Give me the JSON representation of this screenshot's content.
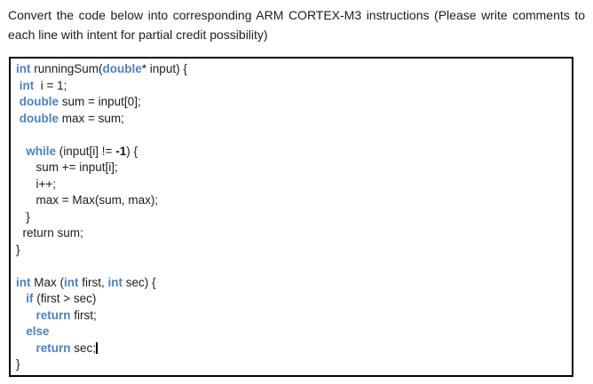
{
  "prompt": {
    "line1": "Convert the code below into corresponding ARM CORTEX-M3 instructions (Please write comments to",
    "line2": "each line with intent for partial credit possibility)"
  },
  "colors": {
    "keyword_blue": "#4f81bd",
    "text": "#1c1c1c",
    "box_border": "#000000",
    "background": "#ffffff"
  },
  "code": {
    "lines": [
      {
        "segments": [
          {
            "t": "int",
            "s": "kw"
          },
          {
            "t": " runningSum(",
            "s": "p"
          },
          {
            "t": "double",
            "s": "kw"
          },
          {
            "t": "* input) {",
            "s": "p"
          }
        ]
      },
      {
        "segments": [
          {
            "t": " ",
            "s": "p"
          },
          {
            "t": "int",
            "s": "kw"
          },
          {
            "t": "  i = 1;",
            "s": "p"
          }
        ]
      },
      {
        "segments": [
          {
            "t": " ",
            "s": "p"
          },
          {
            "t": "double",
            "s": "kw"
          },
          {
            "t": " sum = input[0];",
            "s": "p"
          }
        ]
      },
      {
        "segments": [
          {
            "t": " ",
            "s": "p"
          },
          {
            "t": "double",
            "s": "kw"
          },
          {
            "t": " max = sum;",
            "s": "p"
          }
        ]
      },
      {
        "segments": []
      },
      {
        "segments": [
          {
            "t": "   ",
            "s": "p"
          },
          {
            "t": "while",
            "s": "kw"
          },
          {
            "t": " (input[i] != ",
            "s": "p"
          },
          {
            "t": "-1",
            "s": "num"
          },
          {
            "t": ") {",
            "s": "p"
          }
        ]
      },
      {
        "segments": [
          {
            "t": "      sum += input[i];",
            "s": "p"
          }
        ]
      },
      {
        "segments": [
          {
            "t": "      i++;",
            "s": "p"
          }
        ]
      },
      {
        "segments": [
          {
            "t": "      max = Max(sum, max);",
            "s": "p"
          }
        ]
      },
      {
        "segments": [
          {
            "t": "   }",
            "s": "p"
          }
        ]
      },
      {
        "segments": [
          {
            "t": "  return sum;",
            "s": "p"
          }
        ]
      },
      {
        "segments": [
          {
            "t": "}",
            "s": "p"
          }
        ]
      },
      {
        "segments": []
      },
      {
        "segments": [
          {
            "t": "int",
            "s": "kw"
          },
          {
            "t": " Max (",
            "s": "p"
          },
          {
            "t": "int",
            "s": "kw"
          },
          {
            "t": " first, ",
            "s": "p"
          },
          {
            "t": "int",
            "s": "kw"
          },
          {
            "t": " sec) {",
            "s": "p"
          }
        ]
      },
      {
        "segments": [
          {
            "t": "   ",
            "s": "p"
          },
          {
            "t": "if",
            "s": "kw"
          },
          {
            "t": " (first > sec)",
            "s": "p"
          }
        ]
      },
      {
        "segments": [
          {
            "t": "      ",
            "s": "p"
          },
          {
            "t": "return",
            "s": "kw"
          },
          {
            "t": " first;",
            "s": "p"
          }
        ]
      },
      {
        "segments": [
          {
            "t": "   ",
            "s": "p"
          },
          {
            "t": "else",
            "s": "kw"
          }
        ]
      },
      {
        "segments": [
          {
            "t": "      ",
            "s": "p"
          },
          {
            "t": "return",
            "s": "kw"
          },
          {
            "t": " sec;",
            "s": "p"
          },
          {
            "t": "",
            "s": "caret"
          }
        ]
      },
      {
        "segments": [
          {
            "t": "}",
            "s": "p"
          }
        ]
      }
    ]
  }
}
